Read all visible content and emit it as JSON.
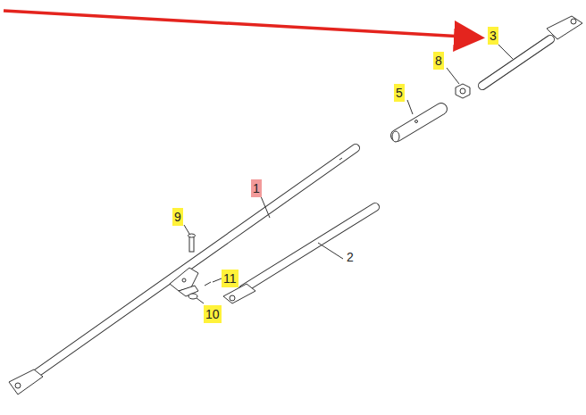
{
  "diagram": {
    "labels": [
      "3",
      "8",
      "5",
      "1",
      "2",
      "9",
      "11",
      "10"
    ]
  }
}
